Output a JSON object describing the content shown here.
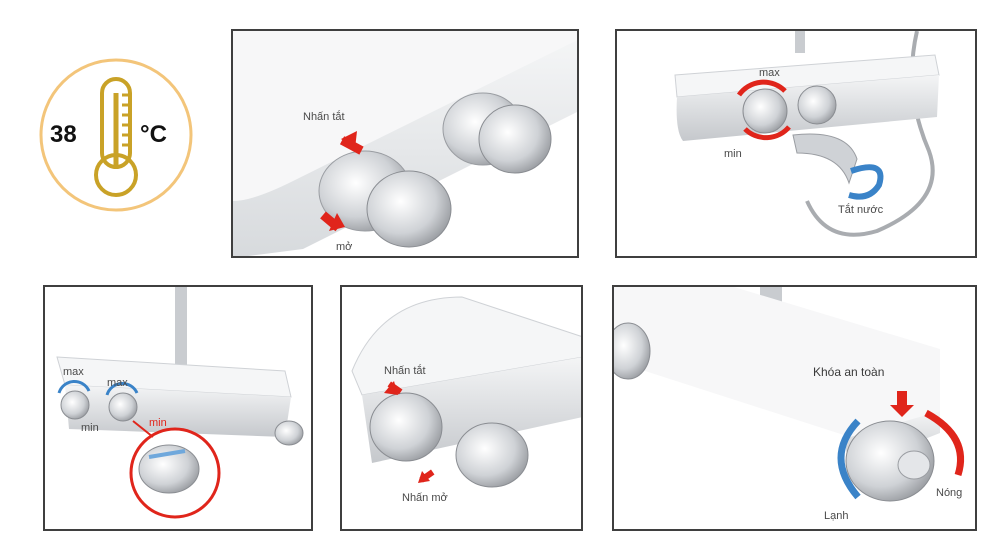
{
  "badge": {
    "value": "38",
    "unit": "°C",
    "ring_color": "#f3c57a",
    "thermometer_color": "#c9a227"
  },
  "panels": {
    "top_center": {
      "press_off": "Nhấn tắt",
      "open": "mở"
    },
    "top_right": {
      "max": "max",
      "min": "min",
      "water_off": "Tắt nước"
    },
    "bottom_left": {
      "max_left": "max",
      "max_right": "max",
      "min_left": "min",
      "min_right": "min"
    },
    "bottom_center": {
      "press_off": "Nhấn tắt",
      "press_open": "Nhấn mở"
    },
    "bottom_right": {
      "safety_lock": "Khóa an toàn",
      "cold": "Lạnh",
      "hot": "Nóng"
    }
  },
  "colors": {
    "arrow_red": "#e0251b",
    "arrow_blue": "#3a83c8",
    "chrome": "#c9ccd0",
    "frame": "#3f3f3f"
  }
}
